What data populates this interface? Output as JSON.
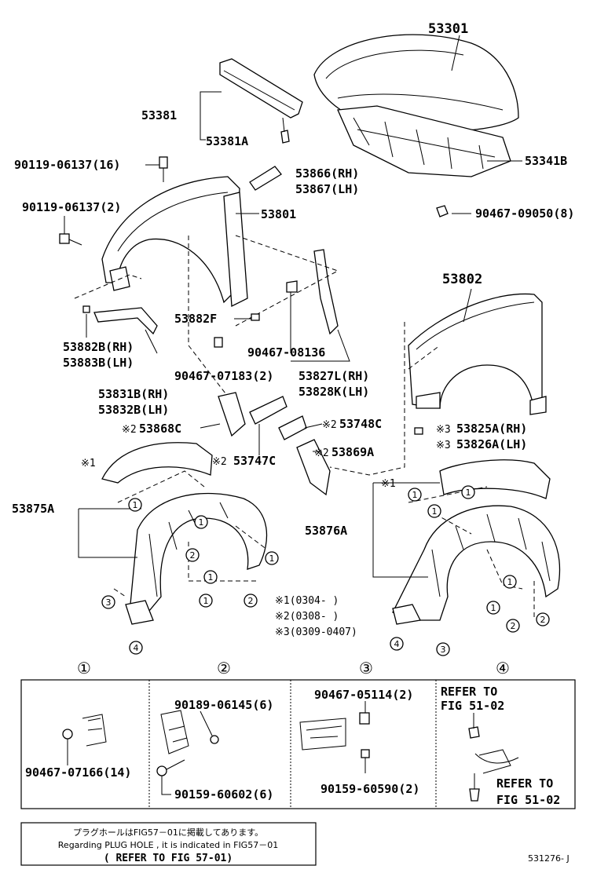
{
  "parts": {
    "hood": "53301",
    "hood_support": "53381",
    "hood_support_clip": "53381A",
    "hood_insulator": "53341B",
    "hood_insulator_clip": "90467-09050(8)",
    "fender_bolt_16": "90119-06137(16)",
    "fender_bolt_2": "90119-06137(2)",
    "fender_seal_rh": "53866(RH)",
    "fender_seal_lh": "53867(LH)",
    "fender_left": "53801",
    "fender_right": "53802",
    "fender_pad": "53882F",
    "liner_clip_08136": "90467-08136",
    "fender_brace_rh": "53827L(RH)",
    "fender_brace_lh": "53828K(LH)",
    "bracket_rh": "53882B(RH)",
    "bracket_lh": "53883B(LH)",
    "clip_07183": "90467-07183(2)",
    "bracket_assy_rh": "53831B(RH)",
    "bracket_assy_lh": "53832B(LH)",
    "part_53868c": "53868C",
    "part_53748c": "53748C",
    "part_53747c": "53747C",
    "part_53869a": "53869A",
    "seal_rh": "53825A(RH)",
    "seal_lh": "53826A(LH)",
    "liner_left": "53875A",
    "liner_right": "53876A"
  },
  "marks": {
    "m1": "※1",
    "m2": "※2",
    "m3": "※3",
    "legend1": "※1(0304-     )",
    "legend2": "※2(0308-     )",
    "legend3": "※3(0309-0407)"
  },
  "circle_labels": [
    "1",
    "2",
    "3",
    "4"
  ],
  "detail_headers": [
    "①",
    "②",
    "③",
    "④"
  ],
  "details": {
    "d1_part": "90467-07166(14)",
    "d2_part_a": "90189-06145(6)",
    "d2_part_b": "90159-60602(6)",
    "d3_part_a": "90467-05114(2)",
    "d3_part_b": "90159-60590(2)",
    "d4_ref_a_line1": "REFER TO",
    "d4_ref_a_line2": "FIG 51-02",
    "d4_ref_b_line1": "REFER TO",
    "d4_ref_b_line2": "FIG 51-02"
  },
  "note": {
    "line_jp": "プラグホールはFIG57－01に掲載してあります。",
    "line_en": "Regarding PLUG HOLE , it is indicated in FIG57－01",
    "line_ref": "( REFER TO FIG 57-01)"
  },
  "figure_id": "531276- J"
}
